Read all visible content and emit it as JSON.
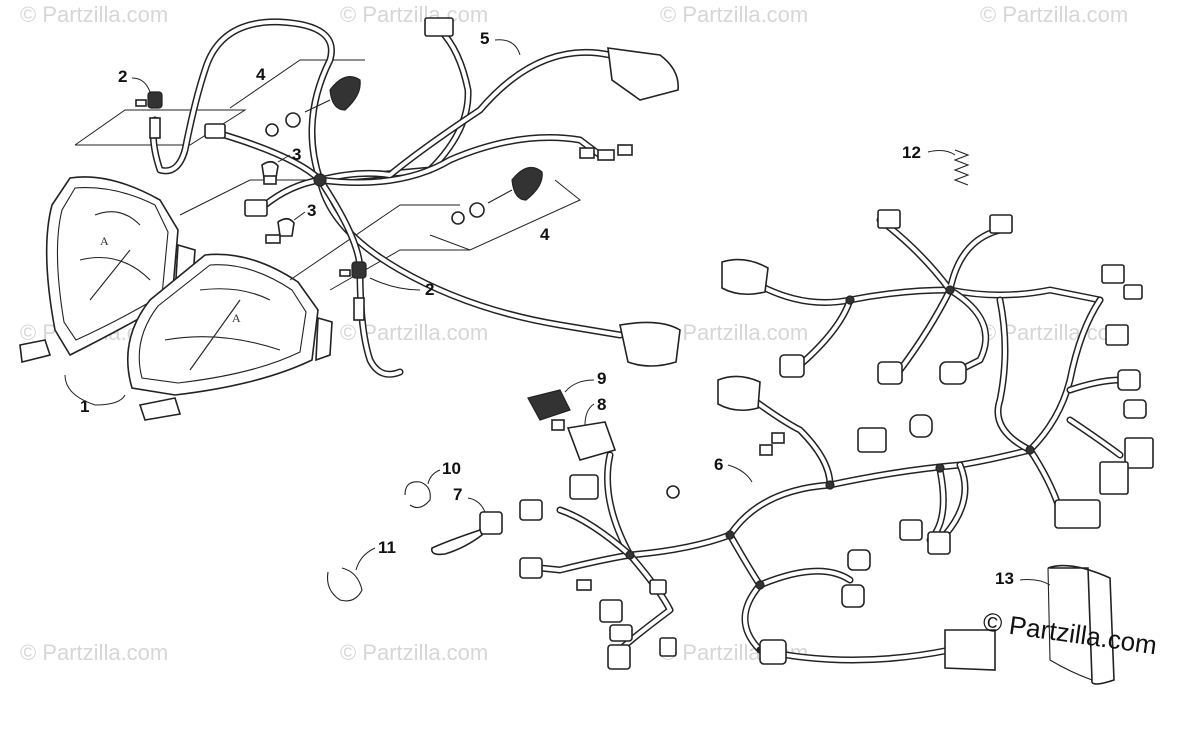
{
  "watermark": "© Partzilla.com",
  "copyright": "© Partzilla.com",
  "callouts": {
    "c1": "1",
    "c2a": "2",
    "c2b": "2",
    "c3a": "3",
    "c3b": "3",
    "c4a": "4",
    "c4b": "4",
    "c5": "5",
    "c6": "6",
    "c7": "7",
    "c8": "8",
    "c9": "9",
    "c10": "10",
    "c11": "11",
    "c12": "12",
    "c13": "13"
  },
  "colors": {
    "line": "#222222",
    "watermark": "#d6d6d6",
    "background": "#ffffff"
  }
}
